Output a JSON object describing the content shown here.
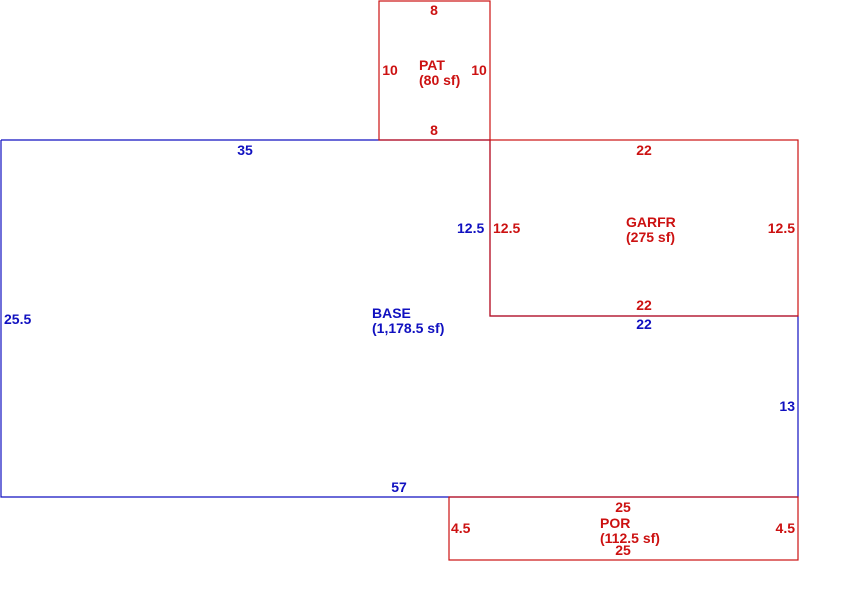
{
  "colors": {
    "base": "#1010c0",
    "addition": "#cc1111"
  },
  "areas": {
    "pat": {
      "name": "PAT",
      "area": "(80 sf)",
      "top": "8",
      "bottom": "8",
      "left": "10",
      "right": "10"
    },
    "base": {
      "name": "BASE",
      "area": "(1,178.5 sf)",
      "top": "35",
      "bottom": "57",
      "left": "25.5",
      "inner_vertical": "12.5",
      "inner_horizontal": "22",
      "right": "13"
    },
    "garfr": {
      "name": "GARFR",
      "area": "(275 sf)",
      "top": "22",
      "bottom": "22",
      "left": "12.5",
      "right": "12.5"
    },
    "por": {
      "name": "POR",
      "area": "(112.5 sf)",
      "top": "25",
      "bottom": "25",
      "left": "4.5",
      "right": "4.5"
    }
  }
}
